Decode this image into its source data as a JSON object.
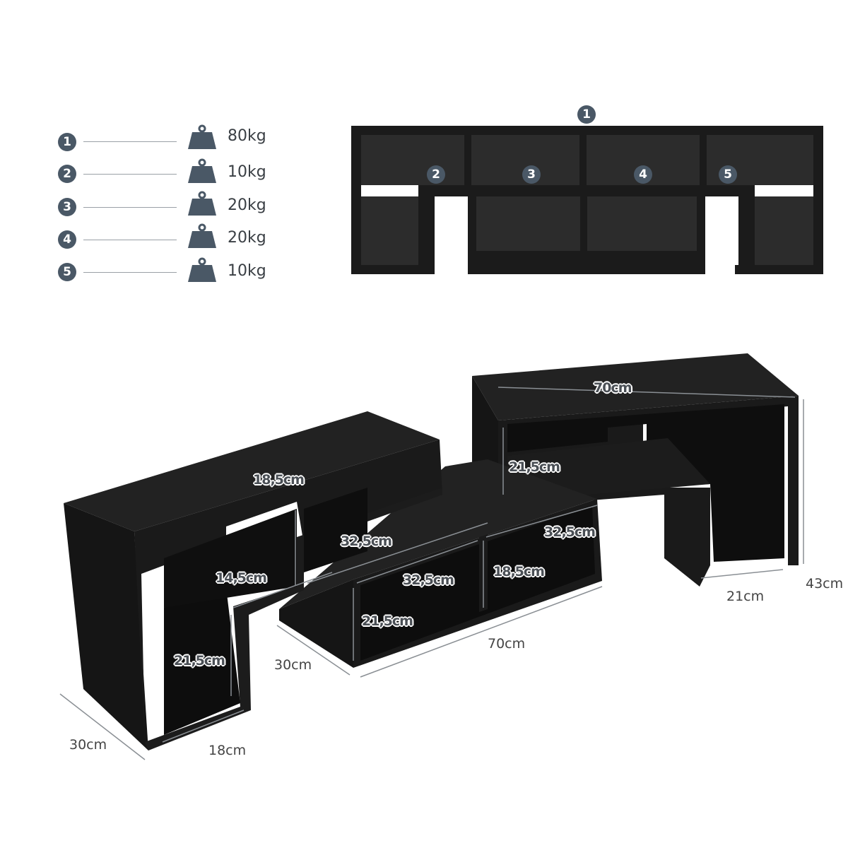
{
  "legend": [
    {
      "marker": "1",
      "load": "80kg"
    },
    {
      "marker": "2",
      "load": "10kg"
    },
    {
      "marker": "3",
      "load": "20kg"
    },
    {
      "marker": "4",
      "load": "20kg"
    },
    {
      "marker": "5",
      "load": "10kg"
    }
  ],
  "front_view_markers": [
    "1",
    "2",
    "3",
    "4",
    "5"
  ],
  "dimensions": {
    "right_top_width": "70cm",
    "right_inner_height": "21,5cm",
    "right_height": "43cm",
    "right_depth": "21cm",
    "left_inner_height_top": "18,5cm",
    "left_shelf_depth": "32,5cm",
    "left_step_height": "14,5cm",
    "left_lower_height": "21,5cm",
    "left_depth": "30cm",
    "left_bottom_width": "18cm",
    "mid_right_depth": "32,5cm",
    "mid_inner_depth": "32,5cm",
    "mid_inner_height_right": "18,5cm",
    "mid_inner_height_left": "21,5cm",
    "mid_width": "70cm",
    "mid_depth": "30cm"
  },
  "colors": {
    "icon": "#4a5866",
    "furniture": "#1b1b1b"
  }
}
